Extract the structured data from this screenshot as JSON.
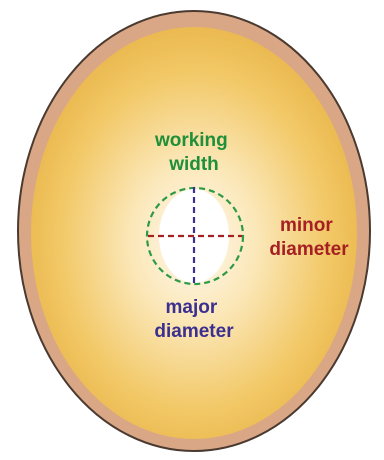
{
  "labels": {
    "working_width": [
      "working",
      "width"
    ],
    "minor_diameter": [
      "minor",
      "diameter"
    ],
    "major_diameter": [
      "major",
      "diameter"
    ]
  },
  "colors": {
    "outer_rim": "#d9a785",
    "rim_stroke": "#4a3a30",
    "fill_edge": "#f0c060",
    "fill_center": "#fdf4e4",
    "working_width": "#1f8f3a",
    "minor_diameter": "#a51f23",
    "major_diameter": "#3b2f8f",
    "canal": "#ffffff"
  }
}
